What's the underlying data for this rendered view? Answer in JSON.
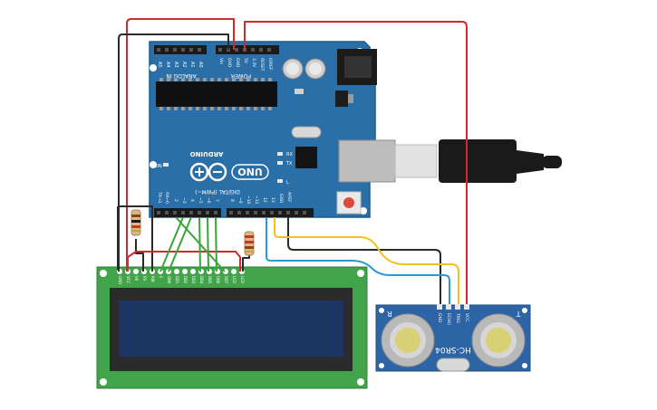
{
  "colors": {
    "arduino_board": "#2b6fa8",
    "arduino_board_dark": "#1f5a8c",
    "lcd_pcb": "#41a34a",
    "lcd_screen": "#1c3563",
    "sensor_pcb": "#2c64a6",
    "wire_red": "#d12a2a",
    "wire_black": "#2a2a2a",
    "wire_green": "#3aa43a",
    "wire_yellow": "#f2c21b",
    "wire_blue": "#2a9ad6"
  },
  "arduino": {
    "brand": "ARDUINO",
    "model": "UNO",
    "header_analog": "ANALOG IN",
    "header_power": "POWER",
    "header_digital": "DIGITAL (PWM~)",
    "analog_pins": [
      "A5",
      "A4",
      "A3",
      "A2",
      "A1",
      "A0"
    ],
    "power_pins": [
      "Vin",
      "GND",
      "GND",
      "5V",
      "3.3V",
      "RESET",
      "IOREF"
    ],
    "digital_pins": [
      "TX→1",
      "RX←0",
      "~3",
      "2",
      "4",
      "~5",
      "~6",
      "7",
      "8",
      "~9",
      "~10",
      "~11",
      "12",
      "13",
      "GND",
      "AREF"
    ],
    "led_rx": "RX",
    "led_tx": "TX",
    "led_on": "ON",
    "led_l": "L"
  },
  "lcd": {
    "pins": [
      "GND",
      "VCC",
      "V0",
      "RS",
      "RW",
      "E",
      "DB0",
      "DB1",
      "DB2",
      "DB3",
      "DB4",
      "DB5",
      "DB6",
      "DB7",
      "LED",
      "LED"
    ]
  },
  "sensor": {
    "model": "HC-SR04",
    "pins": [
      "GND",
      "ECHO",
      "TRIG",
      "VCC"
    ],
    "label_left": "R",
    "label_right": "T"
  }
}
